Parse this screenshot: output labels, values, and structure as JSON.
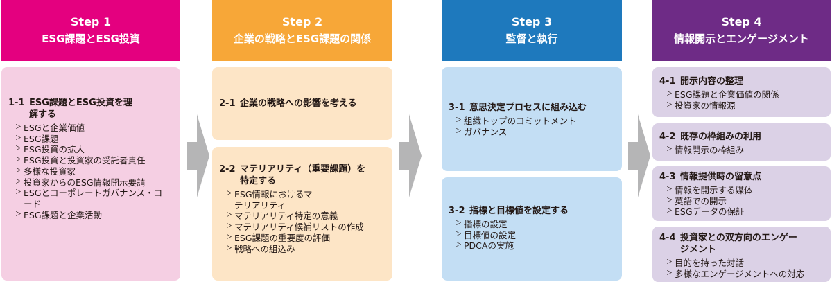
{
  "steps": [
    {
      "step": "Step 1",
      "title": "ESG課題とESG投資",
      "sections": [
        {
          "num": "1-1",
          "label": "ESG課題とESG投資を理解する",
          "items": [
            "ESGと企業価値",
            "ESG課題",
            "ESG投資の拡大",
            "ESG投資と投資家の受託者責任",
            "多様な投資家",
            "投資家からのESG情報開示要請",
            "ESGとコーポレートガバナンス・コード",
            "ESG課題と企業活動"
          ]
        }
      ]
    },
    {
      "step": "Step 2",
      "title": "企業の戦略とESG課題の関係",
      "sections": [
        {
          "num": "2-1",
          "label": "企業の戦略への影響を考える",
          "items": []
        },
        {
          "num": "2-2",
          "label": "マテリアリティ（重要課題）を特定する",
          "items": [
            "ESG情報におけるマテリアリティ",
            "マテリアリティ特定の意義",
            "マテリアリティ候補リストの作成",
            "ESG課題の重要度の評価",
            "戦略への組込み"
          ]
        }
      ]
    },
    {
      "step": "Step 3",
      "title": "監督と執行",
      "sections": [
        {
          "num": "3-1",
          "label": "意思決定プロセスに組み込む",
          "items": [
            "組織トップのコミットメント",
            "ガバナンス"
          ]
        },
        {
          "num": "3-2",
          "label": "指標と目標値を設定する",
          "items": [
            "指標の設定",
            "目標値の設定",
            "PDCAの実施"
          ]
        }
      ]
    },
    {
      "step": "Step 4",
      "title": "情報開示とエンゲージメント",
      "sections": [
        {
          "num": "4-1",
          "label": "開示内容の整理",
          "items": [
            "ESG課題と企業価値の関係",
            "投資家の情報源"
          ]
        },
        {
          "num": "4-2",
          "label": "既存の枠組みの利用",
          "items": [
            "情報開示の枠組み"
          ]
        },
        {
          "num": "4-3",
          "label": "情報提供時の留意点",
          "items": [
            "情報を開示する媒体",
            "英語での開示",
            "ESGデータの保証"
          ]
        },
        {
          "num": "4-4",
          "label": "投資家との双方向のエンゲージメント",
          "items": [
            "目的を持った対話",
            "多様なエンゲージメントへの対応"
          ]
        }
      ]
    }
  ],
  "colors": {
    "step1": "#e4007f",
    "step2": "#f7a738",
    "step3": "#1e79bd",
    "step4": "#6e2b86",
    "box1": "#f5cfe3",
    "box2": "#fde5c6",
    "box3": "#c3def4",
    "box4": "#dbd1e6",
    "arrow": "#b5b5b6"
  }
}
